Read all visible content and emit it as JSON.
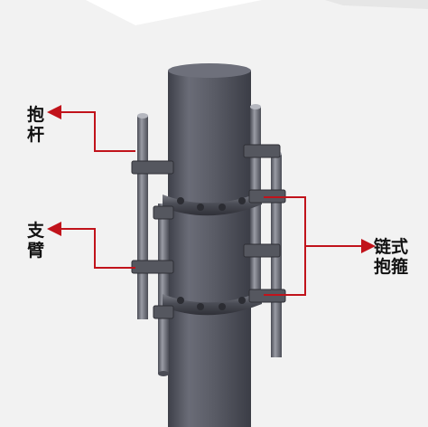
{
  "labels": {
    "baogan": [
      "抱",
      "杆"
    ],
    "zhibi": [
      "支",
      "臂"
    ],
    "lianshi": [
      "链式",
      "抱箍"
    ]
  },
  "colors": {
    "background": "#f2f2f2",
    "pole": "#5c5e68",
    "arrow": "#c1131b",
    "label_text": "#111111"
  }
}
